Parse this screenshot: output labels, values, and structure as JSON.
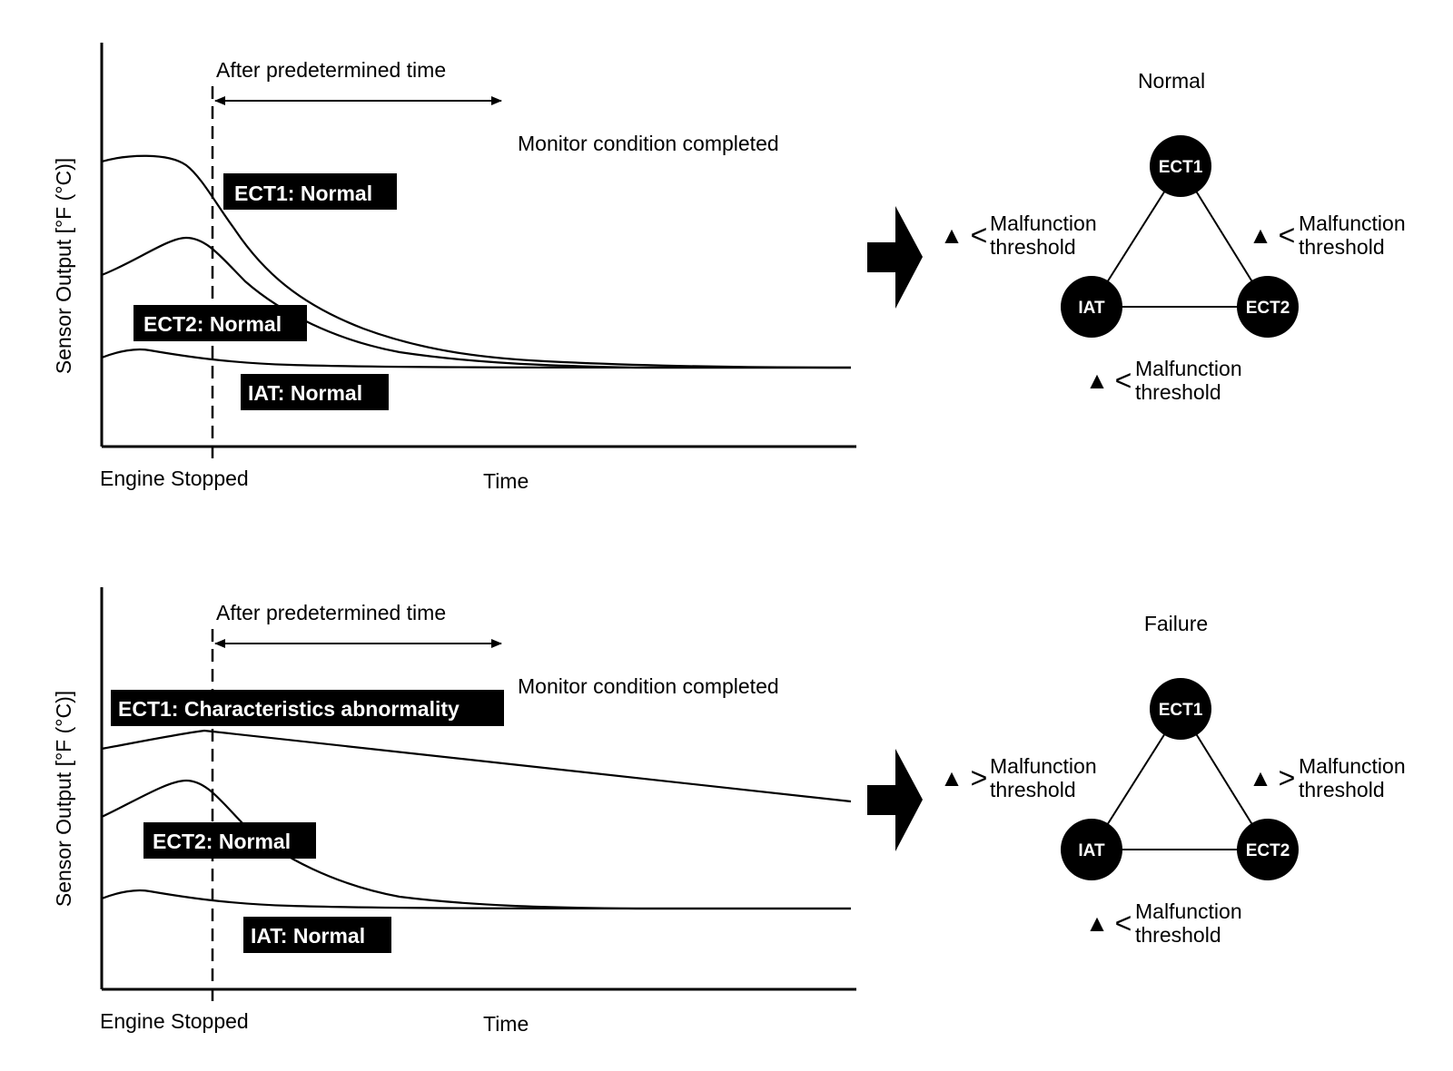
{
  "panels": [
    {
      "y_axis_label": "Sensor Output [°F (°C)]",
      "x_start_label": "Engine Stopped",
      "x_label": "Time",
      "after_label": "After predetermined time",
      "monitor_label": "Monitor condition completed",
      "ect1_label": "ECT1: Normal",
      "ect2_label": "ECT2: Normal",
      "iat_label": "IAT: Normal",
      "state_title": "Normal",
      "nodes": {
        "ect1": "ECT1",
        "ect2": "ECT2",
        "iat": "IAT"
      },
      "thresholds": [
        {
          "symbol": "▲",
          "comparator": "<",
          "line1": "Malfunction",
          "line2": "threshold"
        },
        {
          "symbol": "▲",
          "comparator": "<",
          "line1": "Malfunction",
          "line2": "threshold"
        },
        {
          "symbol": "▲",
          "comparator": "<",
          "line1": "Malfunction",
          "line2": "threshold"
        }
      ]
    },
    {
      "y_axis_label": "Sensor Output [°F (°C)]",
      "x_start_label": "Engine Stopped",
      "x_label": "Time",
      "after_label": "After predetermined time",
      "monitor_label": "Monitor condition completed",
      "ect1_label": "ECT1: Characteristics abnormality",
      "ect2_label": "ECT2: Normal",
      "iat_label": "IAT: Normal",
      "state_title": "Failure",
      "nodes": {
        "ect1": "ECT1",
        "ect2": "ECT2",
        "iat": "IAT"
      },
      "thresholds": [
        {
          "symbol": "▲",
          "comparator": ">",
          "line1": "Malfunction",
          "line2": "threshold"
        },
        {
          "symbol": "▲",
          "comparator": ">",
          "line1": "Malfunction",
          "line2": "threshold"
        },
        {
          "symbol": "▲",
          "comparator": "<",
          "line1": "Malfunction",
          "line2": "threshold"
        }
      ]
    }
  ]
}
